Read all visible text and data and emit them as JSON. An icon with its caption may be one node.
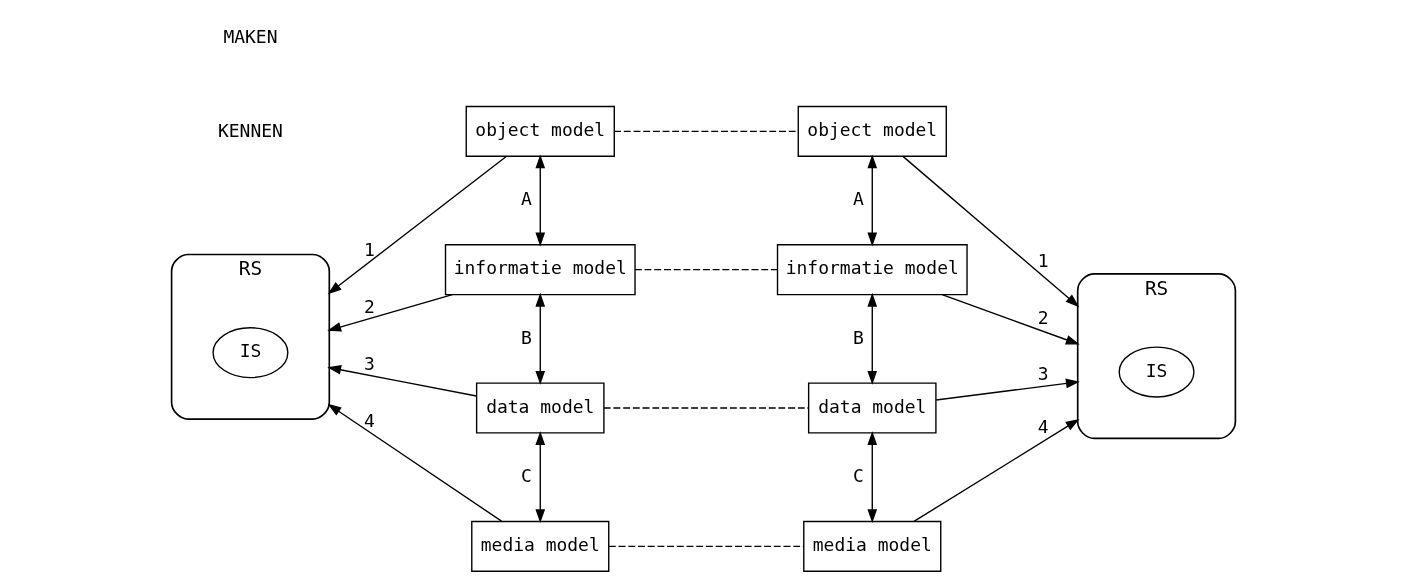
{
  "diagram": {
    "nodes": [
      {
        "text": [
          "RS"
        ]
      },
      {
        "text": [
          "IS"
        ],
        "in": 0
      },
      {
        "text": [
          "object model"
        ]
      },
      {
        "text": [
          "informatie model"
        ]
      },
      {
        "text": [
          "data model"
        ]
      },
      {
        "text": [
          "media model"
        ]
      },
      {
        "text": [
          "object model"
        ]
      },
      {
        "text": [
          "informatie model"
        ]
      },
      {
        "text": [
          "data model"
        ]
      },
      {
        "text": [
          "media model"
        ]
      },
      {
        "text": [
          "RS"
        ]
      },
      {
        "text": [
          "IS"
        ],
        "in": 10
      }
    ],
    "edges": [
      {
        "from": 2,
        "to": 0,
        "arrow": "to",
        "label": "1"
      },
      {
        "from": 3,
        "to": 0,
        "arrow": "to",
        "label": "2"
      },
      {
        "from": 4,
        "to": 0,
        "arrow": "to",
        "label": "3"
      },
      {
        "from": 5,
        "to": 0,
        "arrow": "to",
        "label": "4"
      },
      {
        "from": 2,
        "to": 3,
        "arrow": "both",
        "label": "A"
      },
      {
        "from": 3,
        "to": 4,
        "arrow": "both",
        "label": "B"
      },
      {
        "from": 4,
        "to": 5,
        "arrow": "both",
        "label": "C"
      },
      {
        "from": 2,
        "to": 6,
        "arrow": "none",
        "style": "dashed"
      },
      {
        "from": 3,
        "to": 7,
        "arrow": "none",
        "style": "dashed"
      },
      {
        "from": 4,
        "to": 8,
        "arrow": "none",
        "style": "dashed"
      },
      {
        "from": 5,
        "to": 9,
        "arrow": "none",
        "style": "dashed"
      },
      {
        "from": 6,
        "to": 7,
        "arrow": "both",
        "label": "A"
      },
      {
        "from": 7,
        "to": 8,
        "arrow": "both",
        "label": "B"
      },
      {
        "from": 8,
        "to": 9,
        "arrow": "both",
        "label": "C"
      },
      {
        "from": 6,
        "to": 10,
        "arrow": "to",
        "label": "1"
      },
      {
        "from": 7,
        "to": 10,
        "arrow": "to",
        "label": "2"
      },
      {
        "from": 8,
        "to": 10,
        "arrow": "to",
        "label": "3"
      },
      {
        "from": 9,
        "to": 10,
        "arrow": "to",
        "label": "4"
      }
    ],
    "labels": [
      "KENNEN",
      "MAKEN"
    ]
  }
}
